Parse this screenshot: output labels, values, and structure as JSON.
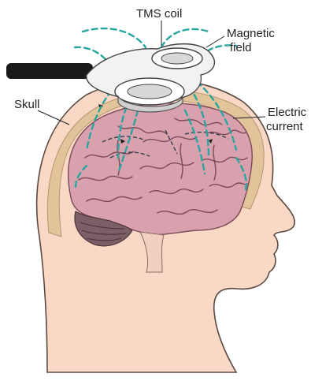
{
  "labels": {
    "tms_coil": "TMS coil",
    "magnetic_line1": "Magnetic",
    "magnetic_line2": "field",
    "skull": "Skull",
    "electric_line1": "Electric",
    "electric_line2": "current"
  },
  "colors": {
    "skin": "#f9d9c5",
    "skin_outline": "#5b4a42",
    "skull": "#e2c39a",
    "brain": "#d9a0ad",
    "brain_fold": "#7a4b58",
    "cerebellum": "#7b5e66",
    "coil": "#f2f2f2",
    "coil_outline": "#444444",
    "handle": "#1a1a1a",
    "field_lines": "#2aa6a0",
    "current_lines": "#2b3a4a"
  }
}
